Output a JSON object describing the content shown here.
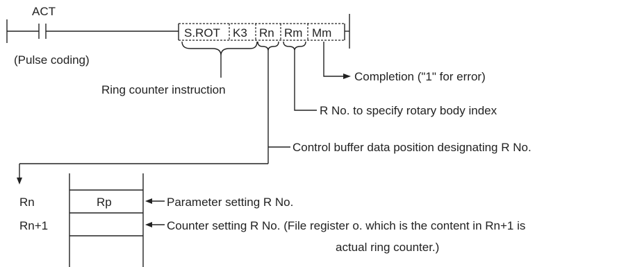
{
  "ladder": {
    "contact_label": "ACT",
    "pulse_note": "(Pulse coding)",
    "operands": [
      "S.ROT",
      "K3",
      "Rn",
      "Rm",
      "Mm"
    ]
  },
  "callouts": {
    "instruction": "Ring counter instruction",
    "completion": "Completion (\"1\" for error)",
    "rotary_index": "R No. to specify rotary body index",
    "control_buffer": "Control buffer data position designating R No."
  },
  "register_table": {
    "rows": [
      {
        "label": "Rn",
        "cell": "Rp",
        "note": "Parameter setting R No."
      },
      {
        "label": "Rn+1",
        "cell": "",
        "note": "Counter setting R No. (File register o. which is the content in Rn+1 is"
      }
    ],
    "note_continuation": "actual ring counter.)"
  }
}
